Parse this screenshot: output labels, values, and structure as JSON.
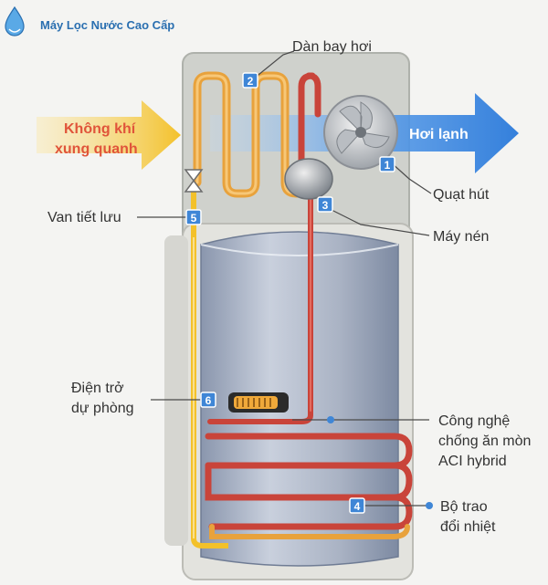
{
  "brand": {
    "name": "Máy Lọc Nước Cao Cấp"
  },
  "air_in": {
    "line1": "Không khí",
    "line2": "xung quanh"
  },
  "air_out": {
    "label": "Hơi lạnh"
  },
  "components": [
    {
      "num": "1",
      "label_lines": [
        "Quạt hút"
      ]
    },
    {
      "num": "2",
      "label_lines": [
        "Dàn bay hơi"
      ]
    },
    {
      "num": "3",
      "label_lines": [
        "Máy nén"
      ]
    },
    {
      "num": "4",
      "label_lines": [
        "Bộ trao",
        "đổi nhiệt"
      ]
    },
    {
      "num": "5",
      "label_lines": [
        "Van tiết lưu"
      ]
    },
    {
      "num": "6",
      "label_lines": [
        "Điện trở",
        "dự phòng"
      ]
    }
  ],
  "coating": {
    "label_lines": [
      "Công nghệ",
      "chống ăn mòn",
      "ACI hybrid"
    ]
  },
  "colors": {
    "badge": "#3f86d6",
    "refrigerant_hot": "#c9443a",
    "refrigerant_warm": "#e8a23c",
    "cold_arrow": "#1f73d9",
    "warm_arrow": "#f3c12a",
    "brand": "#2a6fb0"
  }
}
